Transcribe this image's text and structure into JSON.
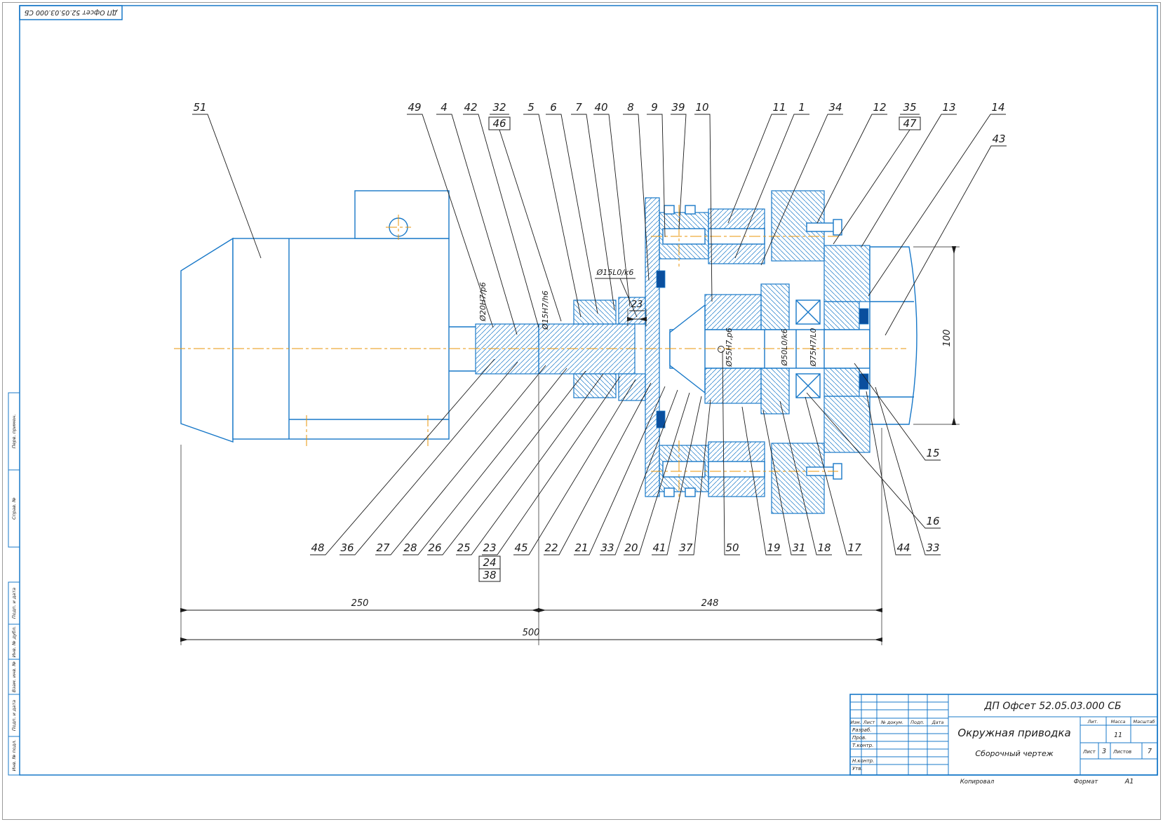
{
  "page": {
    "corner_stamp": "ДП Офсет 52.05.03.000 СБ",
    "side_stamps": [
      "Перв. примен.",
      "Справ. №",
      "Подп. и дата",
      "Инв. № дубл.",
      "Взам. инв. №",
      "Подп. и дата",
      "Инв. № подл."
    ],
    "colors": {
      "line_blue": "#1878c8",
      "centerline_orange": "#e8960a",
      "annotation_black": "#1c1c1c",
      "seal_dark_blue": "#0a4f9e"
    }
  },
  "callouts": {
    "top": [
      "51",
      "49",
      "4",
      "42",
      "32",
      "5",
      "6",
      "7",
      "40",
      "8",
      "9",
      "39",
      "10",
      "11",
      "1",
      "34",
      "12",
      "35",
      "13",
      "14",
      "43"
    ],
    "top_boxed": [
      "46",
      "47"
    ],
    "bottom": [
      "48",
      "36",
      "27",
      "28",
      "26",
      "25",
      "23",
      "45",
      "22",
      "21",
      "33",
      "20",
      "41",
      "37",
      "50",
      "19",
      "31",
      "18",
      "17",
      "44",
      "33"
    ],
    "bottom_boxed": [
      "24",
      "38"
    ],
    "right": [
      "15",
      "16"
    ]
  },
  "dimensions": {
    "len_left": "250",
    "len_right": "248",
    "len_total": "500",
    "height_right": "100",
    "gap_small": "23"
  },
  "fits": {
    "shaft1": "Ø20Н7/р6",
    "shaft2": "Ø15Н7/h6",
    "fit3": "Ø15L0/k6",
    "fit4": "Ø55Н7,р6",
    "fit5": "Ø50L0/k6",
    "fit6": "Ø75Н7/L0"
  },
  "title_block": {
    "doc_number": "ДП Офсет 52.05.03.000 СБ",
    "title": "Окружная приводка",
    "subtitle": "Сборочный чертеж",
    "col_izm": "Изм.",
    "col_list": "Лист",
    "col_doc": "№ докум.",
    "col_podp": "Подп.",
    "col_data": "Дата",
    "row_razrab": "Разраб.",
    "row_prov": "Пров.",
    "row_tkontr": "Т.контр.",
    "row_nkontr": "Н.контр.",
    "row_utv": "Утв.",
    "lit_label": "Лит.",
    "mass_label": "Масса",
    "scale_label": "Масштаб",
    "mass_value": "11",
    "sheet_label": "Лист",
    "sheet_value": "3",
    "sheets_label": "Листов",
    "sheets_value": "7",
    "kopiroval": "Копировал",
    "format_label": "Формат",
    "format_value": "А1"
  }
}
